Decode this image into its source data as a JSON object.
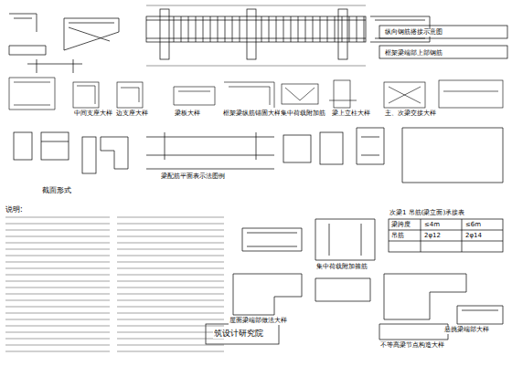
{
  "diagram": {
    "labels": [
      "纵向钢筋搭接示意图",
      "框架梁端部上部钢筋",
      "中间支座大样",
      "边支座大样",
      "梁板大样",
      "框架梁纵筋锚固大样",
      "集中荷载附加筋",
      "梁上立柱大样",
      "主、次梁交接大样",
      "截面形式",
      "梁配筋平面表示法图例",
      "说明:",
      "次梁1 吊筋(梁立面)承接表",
      "梁跨度",
      "≤4m",
      "≤6m",
      "吊筋",
      "2φ12",
      "2φ14",
      "集中荷载附加箍筋",
      "屋面梁端部做法大样",
      "不等高梁节点构造大样",
      "悬挑梁端部大样",
      "筑设计研究院"
    ]
  }
}
